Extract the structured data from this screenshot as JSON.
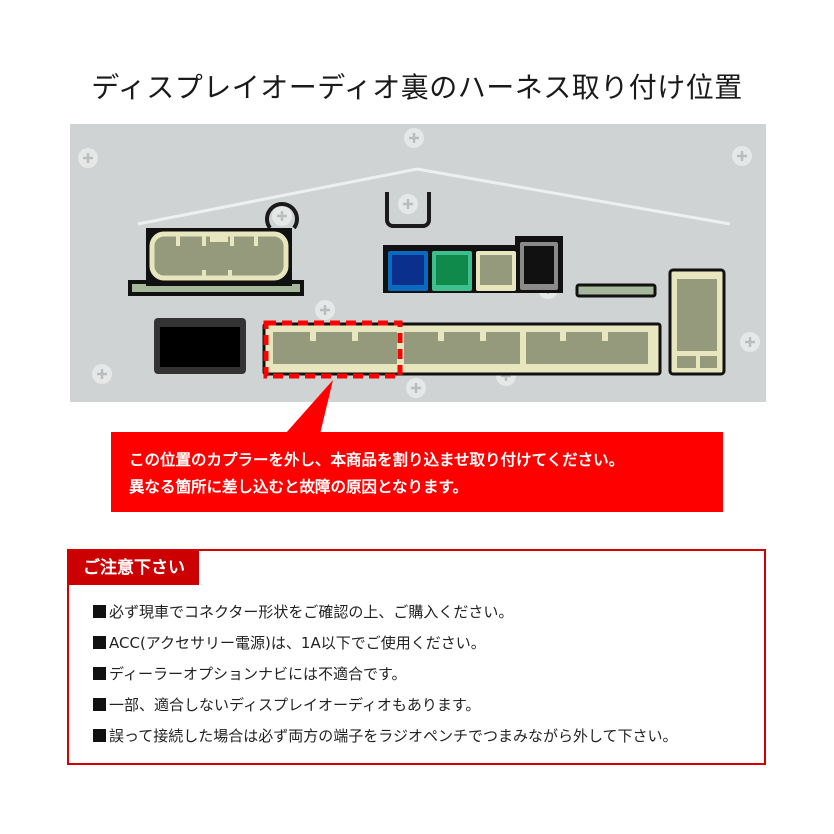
{
  "title": "ディスプレイオーディオ裏のハーネス取り付け位置",
  "diagram": {
    "panel_color": "#cfd3d3",
    "highlight_color": "#ff0000",
    "connectors": [
      {
        "id": "large-left-connector",
        "color": "#959a7c"
      },
      {
        "id": "blue-connector",
        "color": "#0b2f8c"
      },
      {
        "id": "green-connector",
        "color": "#0f8a4a"
      },
      {
        "id": "beige-connector",
        "color": "#959a7c"
      },
      {
        "id": "black-connector",
        "color": "#111111"
      },
      {
        "id": "black-coupler-left",
        "color": "#000000"
      },
      {
        "id": "long-bottom-connector",
        "color": "#959a7c"
      },
      {
        "id": "tall-right-connector",
        "color": "#959a7c"
      }
    ]
  },
  "callout": {
    "line1": "この位置のカプラーを外し、本商品を割り込ませ取り付けてください。",
    "line2": "異なる箇所に差し込むと故障の原因となります。",
    "color": "#ff0000"
  },
  "notice": {
    "heading": "ご注意下さい",
    "items": [
      "必ず現車でコネクター形状をご確認の上、ご購入ください。",
      "ACC(アクセサリー電源)は、1A以下でご使用ください。",
      "ディーラーオプションナビには不適合です。",
      "一部、適合しないディスプレイオーディオもあります。",
      "誤って接続した場合は必ず両方の端子をラジオペンチでつまみながら外して下さい。"
    ],
    "accent_color": "#cc0000"
  }
}
